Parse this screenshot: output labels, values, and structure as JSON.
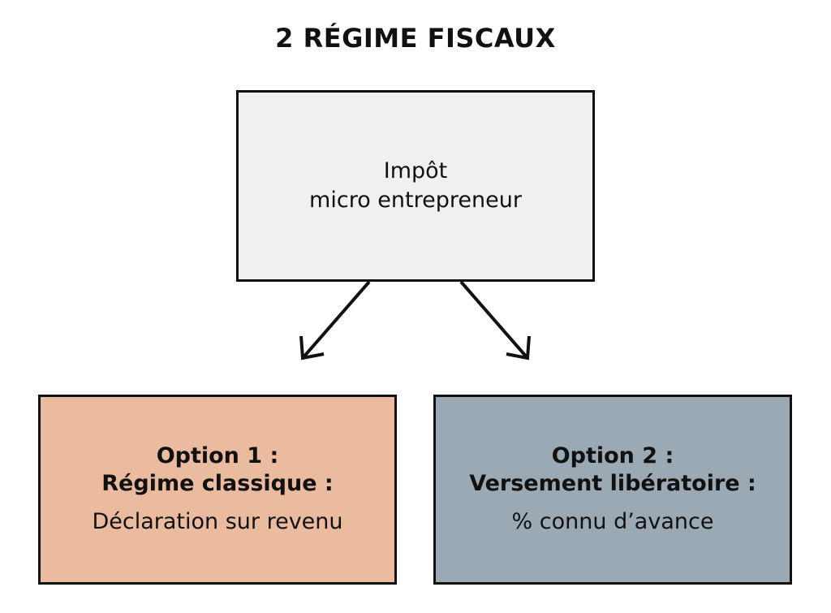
{
  "title": "2 RÉGIME FISCAUX",
  "colors": {
    "top_box_fill": "#f0f0f0",
    "option1_fill": "#ebbba0",
    "option2_fill": "#9aa9b3",
    "stroke": "#111111"
  },
  "top_node": {
    "line1": "Impôt",
    "line2": "micro entrepreneur"
  },
  "option1": {
    "heading1": "Option 1 :",
    "heading2": "Régime classique :",
    "detail": "Déclaration sur revenu"
  },
  "option2": {
    "heading1": "Option 2 :",
    "heading2": "Versement libératoire :",
    "detail": "% connu d’avance"
  }
}
